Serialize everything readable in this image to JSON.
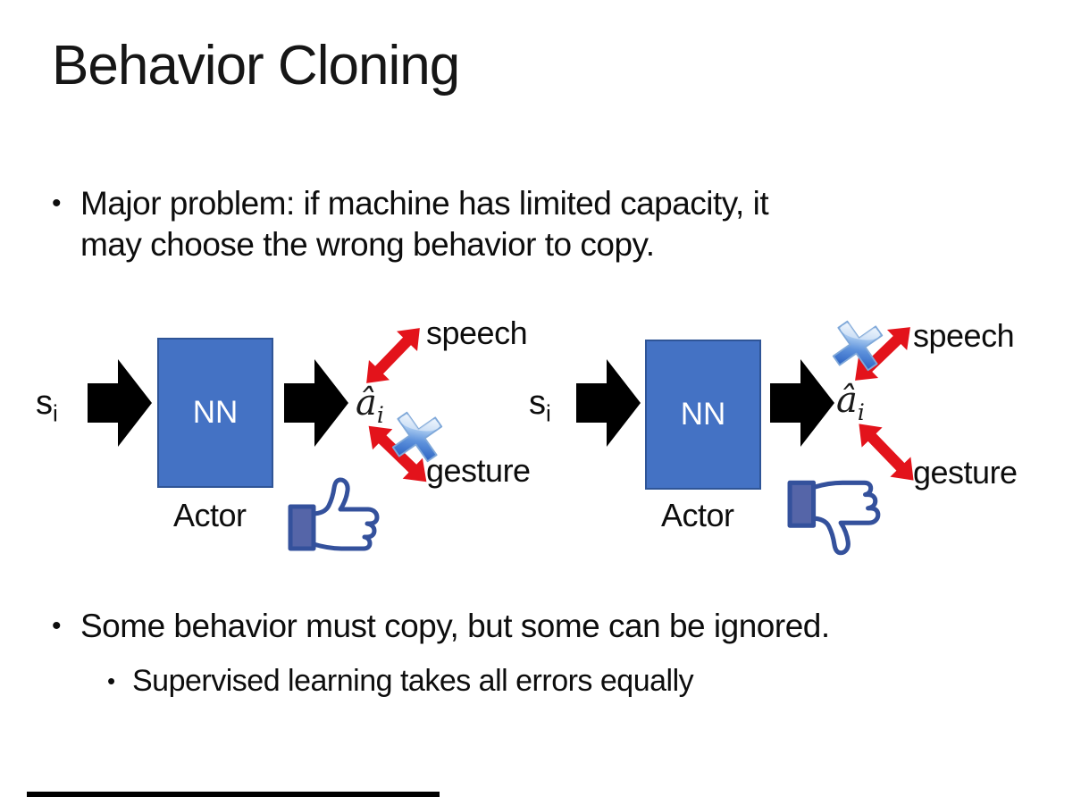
{
  "colors": {
    "text_color": "#111111",
    "nn_fill": "#4472C4",
    "nn_border": "#2F5597",
    "arrow_black": "#000000",
    "arrow_red": "#E3131B",
    "cross_blue_light": "#E8F2FC",
    "cross_blue_dark": "#2B62C2",
    "thumb_outline": "#34519C",
    "thumb_cuff": "#5565A8"
  },
  "slide": {
    "title": "Behavior Cloning",
    "bullets": {
      "major_problem_line1": "Major problem: if machine has limited capacity, it",
      "major_problem_line2": "may choose the wrong behavior to copy.",
      "some_behavior": "Some behavior must copy, but some can be ignored.",
      "supervised": "Supervised learning takes all errors equally"
    }
  },
  "diagram_left": {
    "input_label": "s",
    "input_subscript": "i",
    "nn_label": "NN",
    "actor_label": "Actor",
    "output_label": "â",
    "output_subscript": "i",
    "speech_label": "speech",
    "gesture_label": "gesture",
    "crossed_out": "gesture",
    "feedback_icon": "thumbs-up"
  },
  "diagram_right": {
    "input_label": "s",
    "input_subscript": "i",
    "nn_label": "NN",
    "actor_label": "Actor",
    "output_label": "â",
    "output_subscript": "i",
    "speech_label": "speech",
    "gesture_label": "gesture",
    "crossed_out": "speech",
    "feedback_icon": "thumbs-down"
  }
}
